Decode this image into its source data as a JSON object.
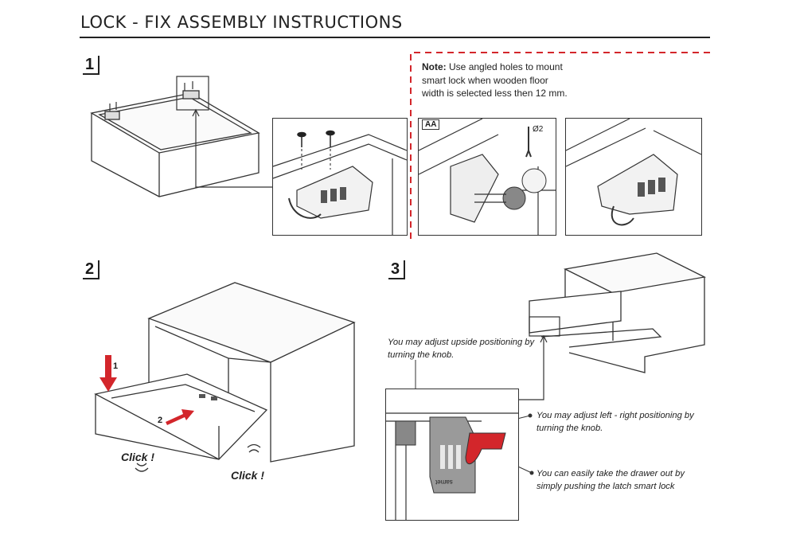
{
  "title": "LOCK - FIX ASSEMBLY INSTRUCTIONS",
  "steps": {
    "step1": "1",
    "step2": "2",
    "step3": "3"
  },
  "note": {
    "label": "Note:",
    "text": "Use angled holes to mount smart lock when wooden floor width is selected less then 12 mm."
  },
  "detail_label": "AA",
  "drill_label": "Ø2",
  "arrows": {
    "first": "1",
    "second": "2"
  },
  "clicks": [
    "Click !",
    "Click !"
  ],
  "annotations": {
    "upside": "You may adjust upside positioning by turning the knob.",
    "left_right": "You may adjust left - right positioning by turning the knob.",
    "take_out": "You can easily take the drawer out by simply pushing the latch smart lock"
  },
  "brand": "samet",
  "colors": {
    "accent_red": "#d3262b",
    "line": "#333333",
    "dashed_divider": "#d3262b",
    "latch_grey": "#9a9a9a"
  },
  "icons": [
    "screw-icon",
    "drill-bit-icon",
    "push-arrow-icon",
    "sound-wave-icon"
  ]
}
